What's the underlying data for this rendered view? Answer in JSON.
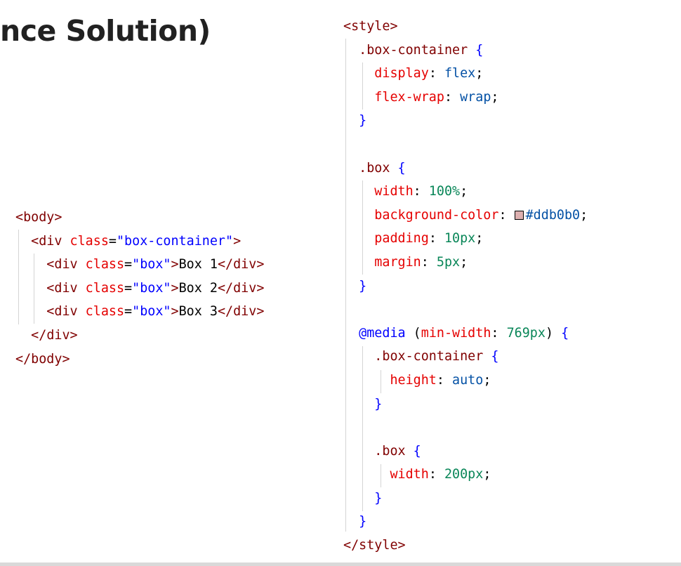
{
  "slide": {
    "title": "nce Solution)"
  },
  "colors": {
    "swatch": "#ddb0b0"
  },
  "code_left": [
    [
      {
        "t": "<",
        "c": "punct"
      },
      {
        "t": "body",
        "c": "tag"
      },
      {
        "t": ">",
        "c": "punct"
      }
    ],
    [
      {
        "t": "  ",
        "c": "plain"
      },
      {
        "t": "<",
        "c": "punct"
      },
      {
        "t": "div",
        "c": "tag"
      },
      {
        "t": " ",
        "c": "plain"
      },
      {
        "t": "class",
        "c": "attr"
      },
      {
        "t": "=",
        "c": "plain"
      },
      {
        "t": "\"box-container\"",
        "c": "str"
      },
      {
        "t": ">",
        "c": "punct"
      }
    ],
    [
      {
        "t": "    ",
        "c": "plain"
      },
      {
        "t": "<",
        "c": "punct"
      },
      {
        "t": "div",
        "c": "tag"
      },
      {
        "t": " ",
        "c": "plain"
      },
      {
        "t": "class",
        "c": "attr"
      },
      {
        "t": "=",
        "c": "plain"
      },
      {
        "t": "\"box\"",
        "c": "str"
      },
      {
        "t": ">",
        "c": "punct"
      },
      {
        "t": "Box 1",
        "c": "text"
      },
      {
        "t": "</",
        "c": "punct"
      },
      {
        "t": "div",
        "c": "tag"
      },
      {
        "t": ">",
        "c": "punct"
      }
    ],
    [
      {
        "t": "    ",
        "c": "plain"
      },
      {
        "t": "<",
        "c": "punct"
      },
      {
        "t": "div",
        "c": "tag"
      },
      {
        "t": " ",
        "c": "plain"
      },
      {
        "t": "class",
        "c": "attr"
      },
      {
        "t": "=",
        "c": "plain"
      },
      {
        "t": "\"box\"",
        "c": "str"
      },
      {
        "t": ">",
        "c": "punct"
      },
      {
        "t": "Box 2",
        "c": "text"
      },
      {
        "t": "</",
        "c": "punct"
      },
      {
        "t": "div",
        "c": "tag"
      },
      {
        "t": ">",
        "c": "punct"
      }
    ],
    [
      {
        "t": "    ",
        "c": "plain"
      },
      {
        "t": "<",
        "c": "punct"
      },
      {
        "t": "div",
        "c": "tag"
      },
      {
        "t": " ",
        "c": "plain"
      },
      {
        "t": "class",
        "c": "attr"
      },
      {
        "t": "=",
        "c": "plain"
      },
      {
        "t": "\"box\"",
        "c": "str"
      },
      {
        "t": ">",
        "c": "punct"
      },
      {
        "t": "Box 3",
        "c": "text"
      },
      {
        "t": "</",
        "c": "punct"
      },
      {
        "t": "div",
        "c": "tag"
      },
      {
        "t": ">",
        "c": "punct"
      }
    ],
    [
      {
        "t": "  ",
        "c": "plain"
      },
      {
        "t": "</",
        "c": "punct"
      },
      {
        "t": "div",
        "c": "tag"
      },
      {
        "t": ">",
        "c": "punct"
      }
    ],
    [
      {
        "t": "</",
        "c": "punct"
      },
      {
        "t": "body",
        "c": "tag"
      },
      {
        "t": ">",
        "c": "punct"
      }
    ]
  ],
  "code_right": [
    [
      {
        "t": "<",
        "c": "punct"
      },
      {
        "t": "style",
        "c": "tag"
      },
      {
        "t": ">",
        "c": "punct"
      }
    ],
    [
      {
        "t": "  ",
        "c": "plain"
      },
      {
        "t": ".box-container",
        "c": "sel"
      },
      {
        "t": " {",
        "c": "brace"
      }
    ],
    [
      {
        "t": "    ",
        "c": "plain"
      },
      {
        "t": "display",
        "c": "prop"
      },
      {
        "t": ": ",
        "c": "plain"
      },
      {
        "t": "flex",
        "c": "val"
      },
      {
        "t": ";",
        "c": "plain"
      }
    ],
    [
      {
        "t": "    ",
        "c": "plain"
      },
      {
        "t": "flex-wrap",
        "c": "prop"
      },
      {
        "t": ": ",
        "c": "plain"
      },
      {
        "t": "wrap",
        "c": "val"
      },
      {
        "t": ";",
        "c": "plain"
      }
    ],
    [
      {
        "t": "  ",
        "c": "plain"
      },
      {
        "t": "}",
        "c": "brace"
      }
    ],
    [],
    [
      {
        "t": "  ",
        "c": "plain"
      },
      {
        "t": ".box",
        "c": "sel"
      },
      {
        "t": " {",
        "c": "brace"
      }
    ],
    [
      {
        "t": "    ",
        "c": "plain"
      },
      {
        "t": "width",
        "c": "prop"
      },
      {
        "t": ": ",
        "c": "plain"
      },
      {
        "t": "100%",
        "c": "num"
      },
      {
        "t": ";",
        "c": "plain"
      }
    ],
    [
      {
        "t": "    ",
        "c": "plain"
      },
      {
        "t": "background-color",
        "c": "prop"
      },
      {
        "t": ": ",
        "c": "plain"
      },
      {
        "swatch": true
      },
      {
        "t": "#ddb0b0",
        "c": "val"
      },
      {
        "t": ";",
        "c": "plain"
      }
    ],
    [
      {
        "t": "    ",
        "c": "plain"
      },
      {
        "t": "padding",
        "c": "prop"
      },
      {
        "t": ": ",
        "c": "plain"
      },
      {
        "t": "10px",
        "c": "num"
      },
      {
        "t": ";",
        "c": "plain"
      }
    ],
    [
      {
        "t": "    ",
        "c": "plain"
      },
      {
        "t": "margin",
        "c": "prop"
      },
      {
        "t": ": ",
        "c": "plain"
      },
      {
        "t": "5px",
        "c": "num"
      },
      {
        "t": ";",
        "c": "plain"
      }
    ],
    [
      {
        "t": "  ",
        "c": "plain"
      },
      {
        "t": "}",
        "c": "brace"
      }
    ],
    [],
    [
      {
        "t": "  ",
        "c": "plain"
      },
      {
        "t": "@media",
        "c": "kw"
      },
      {
        "t": " (",
        "c": "plain"
      },
      {
        "t": "min-width",
        "c": "prop"
      },
      {
        "t": ": ",
        "c": "plain"
      },
      {
        "t": "769px",
        "c": "num"
      },
      {
        "t": ") ",
        "c": "plain"
      },
      {
        "t": "{",
        "c": "brace"
      }
    ],
    [
      {
        "t": "    ",
        "c": "plain"
      },
      {
        "t": ".box-container",
        "c": "sel"
      },
      {
        "t": " {",
        "c": "brace"
      }
    ],
    [
      {
        "t": "      ",
        "c": "plain"
      },
      {
        "t": "height",
        "c": "prop"
      },
      {
        "t": ": ",
        "c": "plain"
      },
      {
        "t": "auto",
        "c": "val"
      },
      {
        "t": ";",
        "c": "plain"
      }
    ],
    [
      {
        "t": "    ",
        "c": "plain"
      },
      {
        "t": "}",
        "c": "brace"
      }
    ],
    [],
    [
      {
        "t": "    ",
        "c": "plain"
      },
      {
        "t": ".box",
        "c": "sel"
      },
      {
        "t": " {",
        "c": "brace"
      }
    ],
    [
      {
        "t": "      ",
        "c": "plain"
      },
      {
        "t": "width",
        "c": "prop"
      },
      {
        "t": ": ",
        "c": "plain"
      },
      {
        "t": "200px",
        "c": "num"
      },
      {
        "t": ";",
        "c": "plain"
      }
    ],
    [
      {
        "t": "    ",
        "c": "plain"
      },
      {
        "t": "}",
        "c": "brace"
      }
    ],
    [
      {
        "t": "  ",
        "c": "plain"
      },
      {
        "t": "}",
        "c": "brace"
      }
    ],
    [
      {
        "t": "</",
        "c": "punct"
      },
      {
        "t": "style",
        "c": "tag"
      },
      {
        "t": ">",
        "c": "punct"
      }
    ]
  ]
}
